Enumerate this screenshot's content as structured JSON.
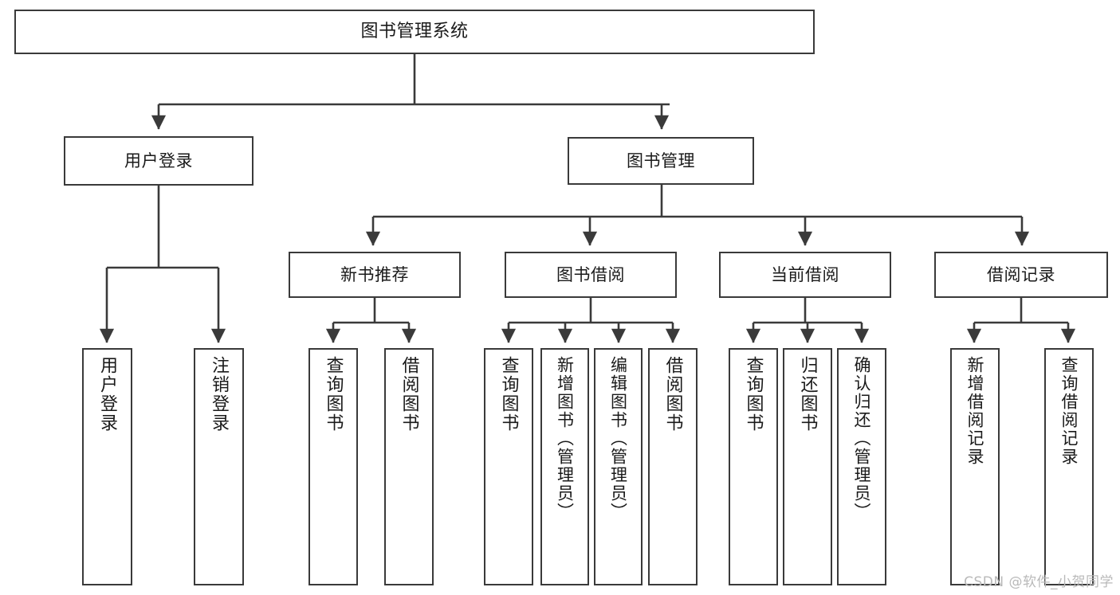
{
  "diagram": {
    "type": "tree",
    "title": "图书管理系统",
    "orientation": "top-down",
    "style": {
      "box_border_color": "#3a3a3a",
      "box_fill_color": "#ffffff",
      "edge_color": "#3a3a3a",
      "text_color": "#1a1a1a",
      "background": "#ffffff"
    },
    "root": {
      "id": "root",
      "label": "图书管理系统"
    },
    "level1": [
      {
        "id": "login",
        "label": "用户登录"
      },
      {
        "id": "bookmgmt",
        "label": "图书管理"
      }
    ],
    "level2": [
      {
        "id": "newbook",
        "label": "新书推荐",
        "parent": "bookmgmt"
      },
      {
        "id": "borrow",
        "label": "图书借阅",
        "parent": "bookmgmt"
      },
      {
        "id": "current",
        "label": "当前借阅",
        "parent": "bookmgmt"
      },
      {
        "id": "record",
        "label": "借阅记录",
        "parent": "bookmgmt"
      }
    ],
    "leaves": {
      "login": [
        {
          "id": "leaf-user-login",
          "label": "用户登录"
        },
        {
          "id": "leaf-user-logout",
          "label": "注销登录"
        }
      ],
      "newbook": [
        {
          "id": "leaf-query-book-1",
          "label": "查询图书"
        },
        {
          "id": "leaf-borrow-book-1",
          "label": "借阅图书"
        }
      ],
      "borrow": [
        {
          "id": "leaf-query-book-2",
          "label": "查询图书"
        },
        {
          "id": "leaf-add-book",
          "label": "新增图书（管理员）"
        },
        {
          "id": "leaf-edit-book",
          "label": "编辑图书（管理员）"
        },
        {
          "id": "leaf-borrow-book-2",
          "label": "借阅图书"
        }
      ],
      "current": [
        {
          "id": "leaf-query-book-3",
          "label": "查询图书"
        },
        {
          "id": "leaf-return-book",
          "label": "归还图书"
        },
        {
          "id": "leaf-confirm-return",
          "label": "确认归还（管理员）"
        }
      ],
      "record": [
        {
          "id": "leaf-add-record",
          "label": "新增借阅记录"
        },
        {
          "id": "leaf-query-record",
          "label": "查询借阅记录"
        }
      ]
    }
  },
  "watermark": {
    "text": "CSDN @软件_小贺同学"
  }
}
